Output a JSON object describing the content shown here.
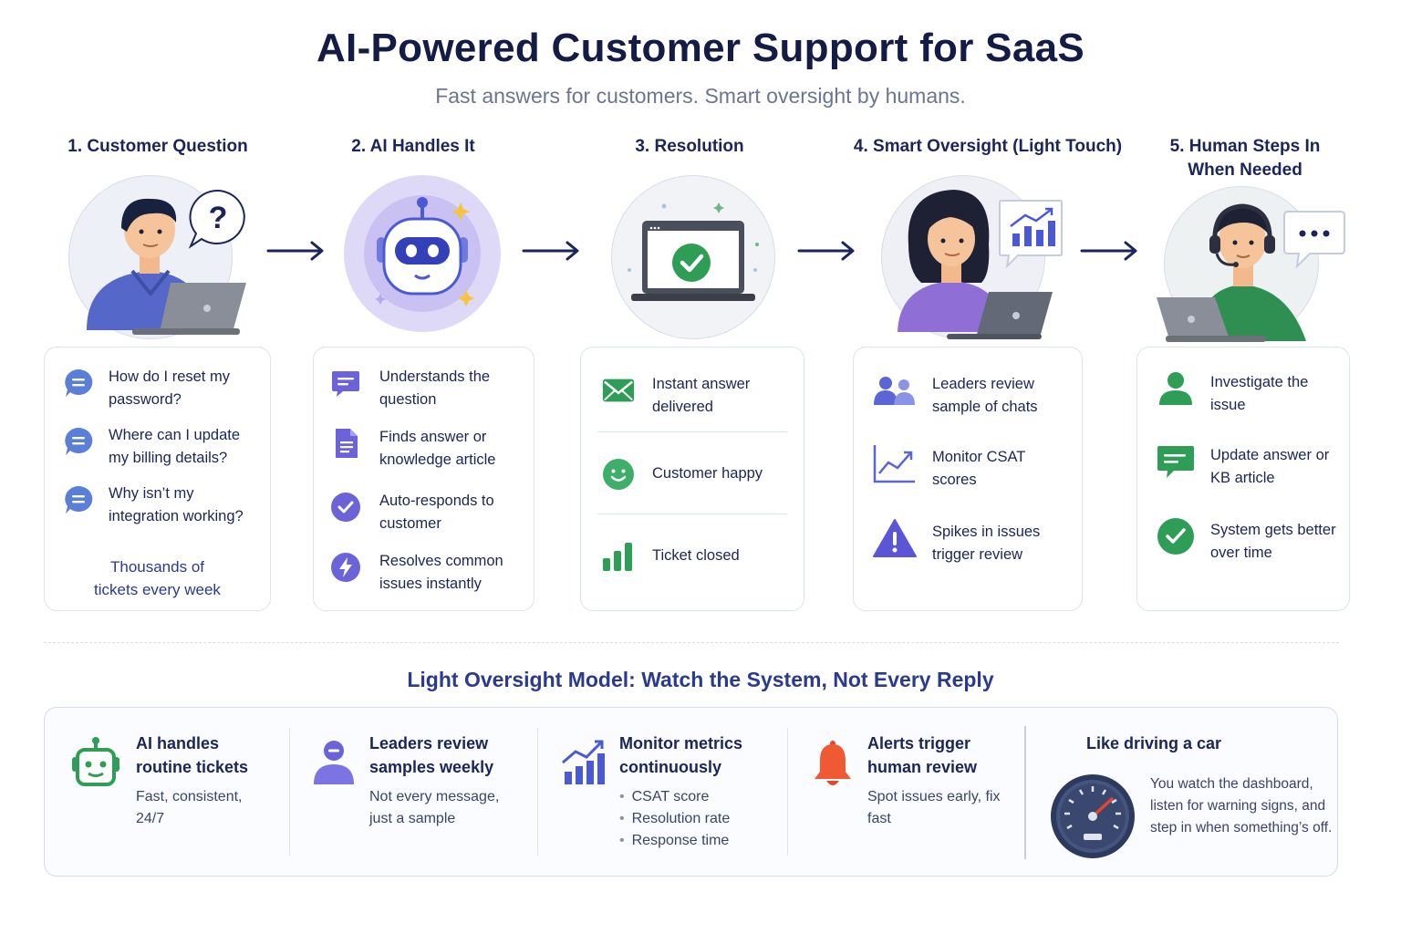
{
  "header": {
    "title": "AI-Powered Customer Support for SaaS",
    "subtitle": "Fast answers for customers. Smart oversight by humans."
  },
  "steps": [
    {
      "title": "1. Customer Question",
      "items": [
        "How do I reset my password?",
        "Where can I update my billing details?",
        "Why isn’t my integration working?"
      ],
      "note": "Thousands of tickets every week"
    },
    {
      "title": "2. AI Handles It",
      "items": [
        "Understands the question",
        "Finds answer or knowledge article",
        "Auto-responds to customer",
        "Resolves common issues instantly"
      ]
    },
    {
      "title": "3. Resolution",
      "items": [
        "Instant answer delivered",
        "Customer happy",
        "Ticket closed"
      ]
    },
    {
      "title": "4. Smart Oversight (Light Touch)",
      "items": [
        "Leaders review sample of chats",
        "Monitor CSAT scores",
        "Spikes in issues trigger review"
      ]
    },
    {
      "title": "5. Human Steps In When Needed",
      "items": [
        "Investigate the issue",
        "Update answer or KB article",
        "System gets better over time"
      ]
    }
  ],
  "model": {
    "title": "Light Oversight Model: Watch the System, Not Every Reply",
    "columns": [
      {
        "heading": "AI handles routine tickets",
        "body": "Fast, consistent, 24/7"
      },
      {
        "heading": "Leaders review samples weekly",
        "body": "Not every message, just a sample"
      },
      {
        "heading": "Monitor metrics continuously",
        "bullets": [
          "CSAT score",
          "Resolution rate",
          "Response time"
        ]
      },
      {
        "heading": "Alerts trigger human review",
        "body": "Spot issues early, fix fast"
      }
    ],
    "analogy": {
      "heading": "Like driving a car",
      "body": "You watch the dashboard, listen for warning signs, and step in when something’s off."
    }
  },
  "colors": {
    "navy": "#1b2559",
    "purple": "#6c63d9",
    "green": "#2e9e57",
    "blue": "#5b7fd9",
    "alert": "#e5472b"
  }
}
